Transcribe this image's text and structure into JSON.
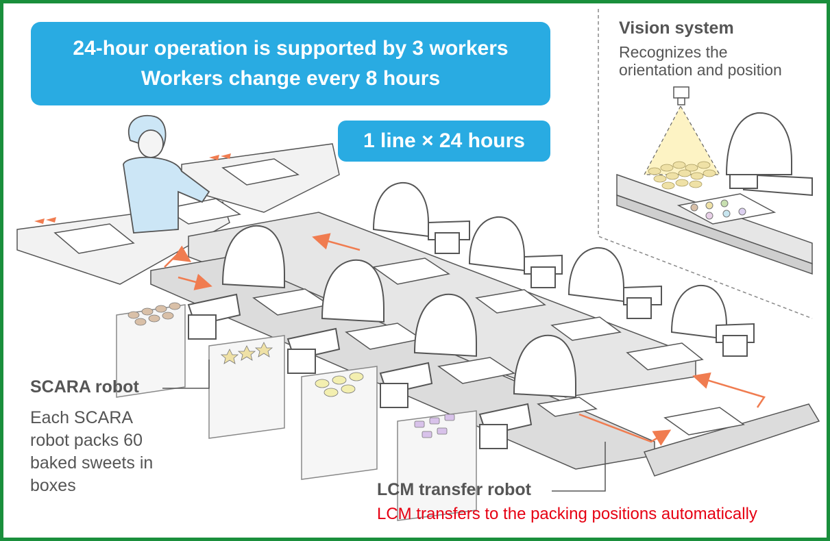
{
  "banner": {
    "line1": "24-hour operation is supported by 3 workers",
    "line2": "Workers change every 8 hours"
  },
  "pill": {
    "label": "1 line × 24 hours"
  },
  "vision": {
    "title": "Vision system",
    "line1": "Recognizes the",
    "line2": "orientation and position"
  },
  "scara": {
    "title": "SCARA robot",
    "line1": "Each SCARA",
    "line2": "robot packs 60",
    "line3": "baked sweets in",
    "line4": "boxes"
  },
  "lcm": {
    "title": "LCM transfer robot",
    "description": "LCM transfers to the packing positions automatically"
  },
  "colors": {
    "frame": "#1a8f3c",
    "banner": "#29abe2",
    "arrow": "#f07c50",
    "red_text": "#e60012",
    "worker": "#cce6f6",
    "camera_light": "#fdf3c4"
  },
  "icons": [
    "worker-figure",
    "scara-robot",
    "conveyor-belt",
    "camera-icon",
    "flow-arrow"
  ]
}
